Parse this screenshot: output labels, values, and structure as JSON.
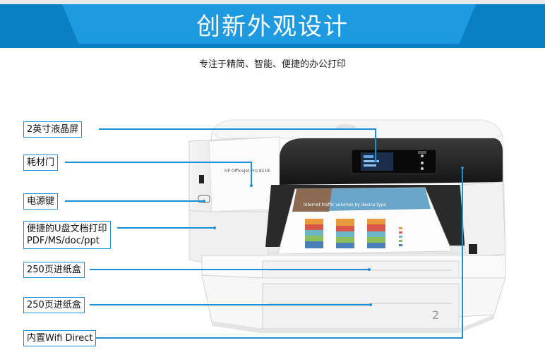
{
  "header": {
    "title": "创新外观设计",
    "subtitle": "专注于精简、智能、便捷的办公打印"
  },
  "callouts": [
    {
      "id": "lcd",
      "text": "2英寸液晶屏"
    },
    {
      "id": "door",
      "text": "耗材门"
    },
    {
      "id": "power",
      "text": "电源键"
    },
    {
      "id": "usb",
      "line1": "便捷的U盘文档打印",
      "line2": "PDF/MS/doc/ppt"
    },
    {
      "id": "tray1",
      "text": "250页进纸盒"
    },
    {
      "id": "tray2",
      "text": "250页进纸盒"
    },
    {
      "id": "wifi",
      "text": "内置Wifi Direct"
    }
  ],
  "printer": {
    "brand_text": "HP OfficeJet Pro 8218",
    "paper_headline": "Internet traffic volumes by device type",
    "tray_number": "2"
  },
  "colors": {
    "accent": "#1c8fd6",
    "banner": "#0b7fc3",
    "banner_tab": "#1e9be0"
  }
}
